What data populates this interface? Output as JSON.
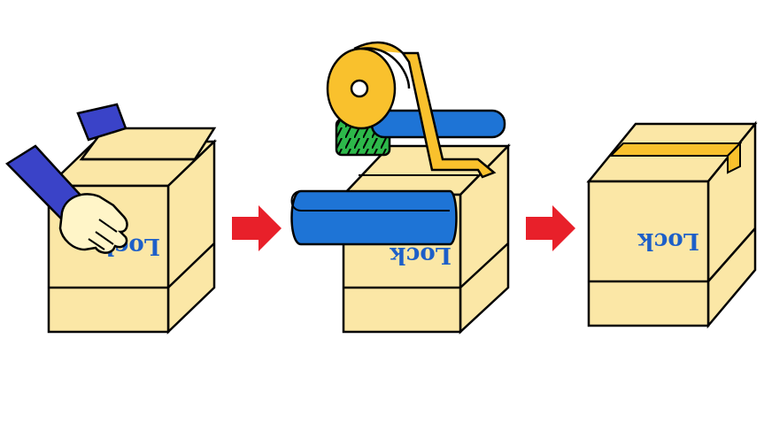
{
  "box_label": "Lock",
  "colors": {
    "box": "#FBE7A6",
    "outline": "#000000",
    "tape": "#F9C12D",
    "belt": "#1E74D6",
    "arm": "#3A43C8",
    "hand": "#FFF5C8",
    "wheel": "#2DB84A",
    "arrow": "#E8202A",
    "label": "#1D5FC8"
  },
  "steps": [
    {
      "name": "close-flaps"
    },
    {
      "name": "apply-tape"
    },
    {
      "name": "sealed"
    }
  ]
}
